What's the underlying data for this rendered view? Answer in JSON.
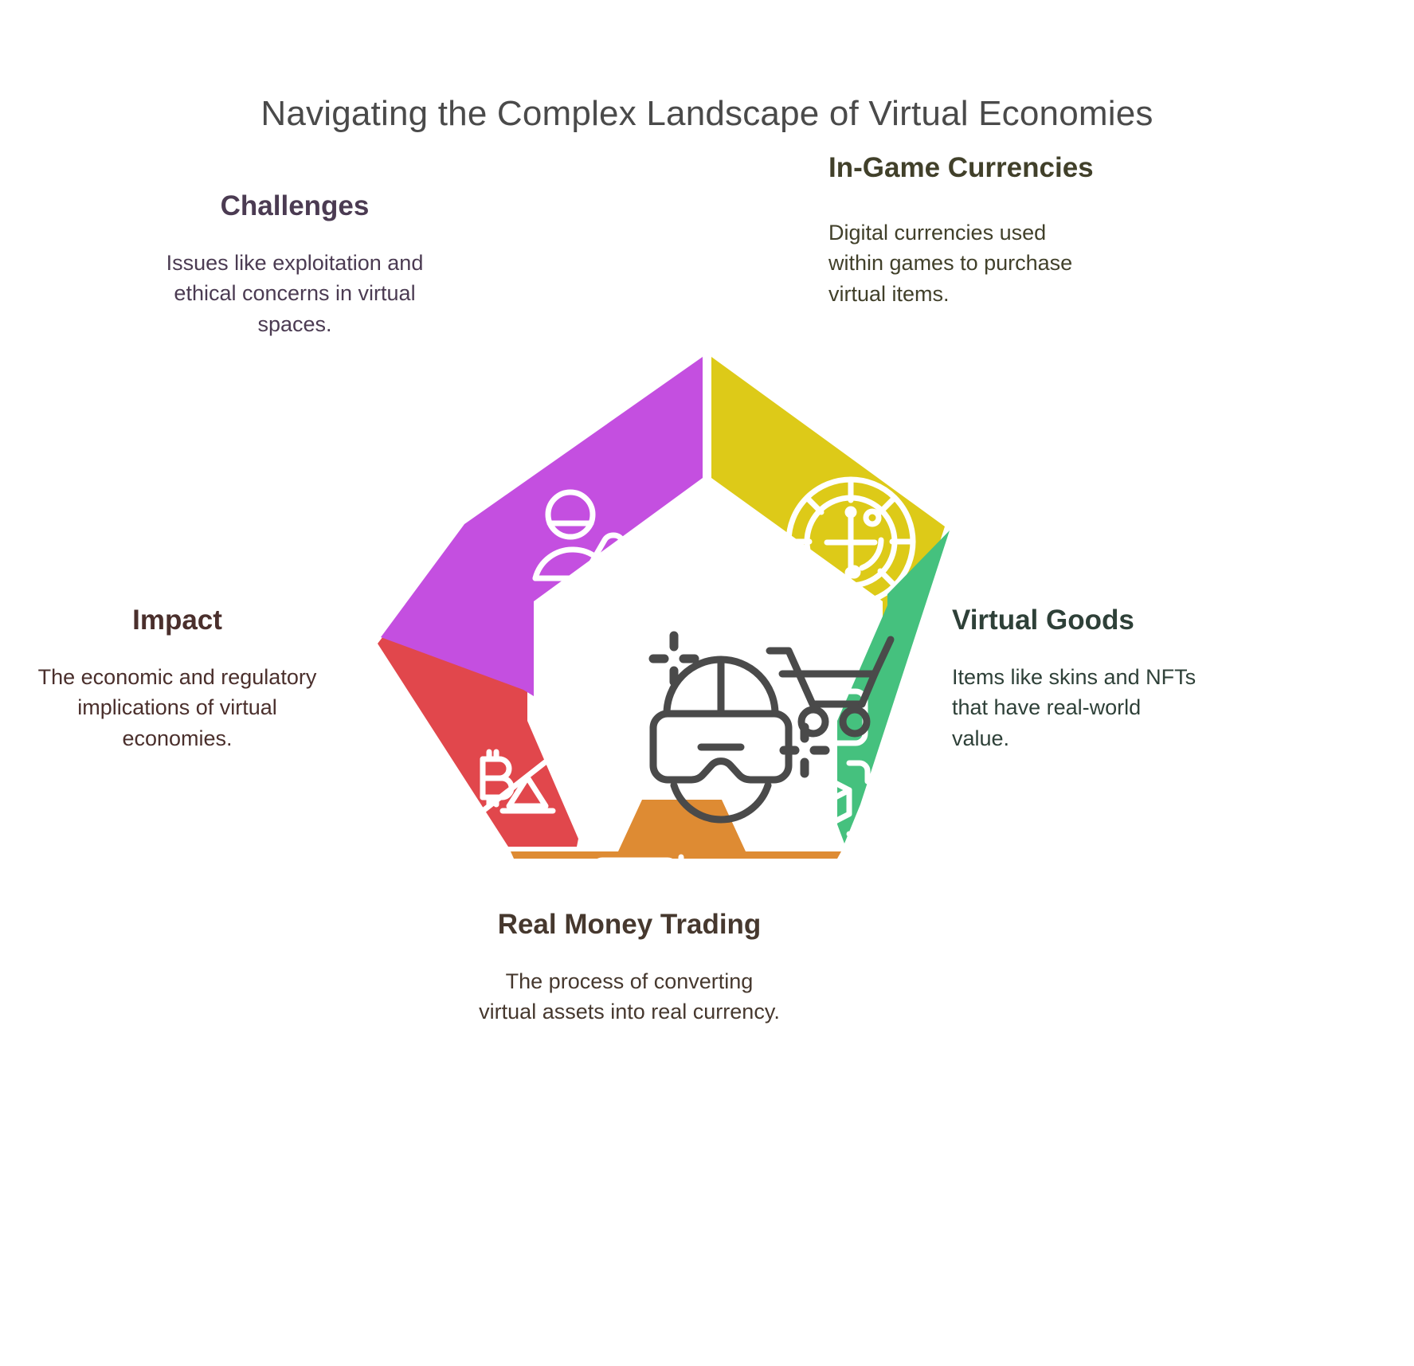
{
  "page": {
    "title": "Navigating the Complex Landscape of Virtual Economies",
    "background": "#ffffff",
    "title_color": "#4a4a4a"
  },
  "diagram": {
    "type": "pentagon-segments",
    "center_icon": {
      "name": "vr-headset-shopping-icon",
      "color": "#4a4a4a",
      "description": "VR headset with shopping cart and sparkles"
    },
    "segments": [
      {
        "key": "in_game_currencies",
        "heading": "In-Game Currencies",
        "body": "Digital currencies used within games to purchase virtual items.",
        "color": "#ddca18",
        "text_color": "#41402a",
        "icon": "casino-chip-icon",
        "position": "top-right"
      },
      {
        "key": "virtual_goods",
        "heading": "Virtual Goods",
        "body": "Items like skins and NFTs that have real-world value.",
        "color": "#45c17e",
        "text_color": "#2e4038",
        "icon": "vr-monitor-cube-icon",
        "position": "right"
      },
      {
        "key": "real_money_trading",
        "heading": "Real Money Trading",
        "body": "The process of converting virtual assets into real currency.",
        "color": "#de8b33",
        "text_color": "#46382e",
        "icon": "candlestick-chart-hand-icon",
        "position": "bottom"
      },
      {
        "key": "impact",
        "heading": "Impact",
        "body": "The economic and regulatory implications of virtual economies.",
        "color": "#e1474c",
        "text_color": "#4a2f2c",
        "icon": "bitcoin-dollar-scale-icon",
        "position": "left"
      },
      {
        "key": "challenges",
        "heading": "Challenges",
        "body": "Issues like exploitation and ethical concerns in virtual spaces.",
        "color": "#c44fe0",
        "text_color": "#4b3b52",
        "icon": "person-warning-icon",
        "position": "top-left"
      }
    ]
  }
}
